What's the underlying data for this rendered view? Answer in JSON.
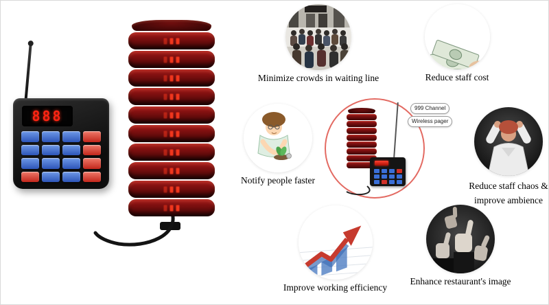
{
  "product": {
    "transmitter": {
      "display": "888"
    },
    "center": {
      "bubble_line1": "999 Channel",
      "bubble_line2": "Wireless pager"
    }
  },
  "features": {
    "crowds": {
      "caption": "Minimize crowds in waiting line"
    },
    "cost": {
      "caption": "Reduce staff cost"
    },
    "notify": {
      "caption": "Notify people faster"
    },
    "chaos": {
      "caption_line1": "Reduce staff chaos &",
      "caption_line2": "improve ambience"
    },
    "efficiency": {
      "caption": "Improve working efficiency"
    },
    "image": {
      "caption": "Enhance restaurant's image"
    }
  },
  "colors": {
    "accent_circle_red": "#e36a62",
    "led_red": "#ff2413",
    "pager_body_red": "#7a0f0f",
    "key_blue": "#3a6fd8",
    "key_red": "#d03028"
  }
}
